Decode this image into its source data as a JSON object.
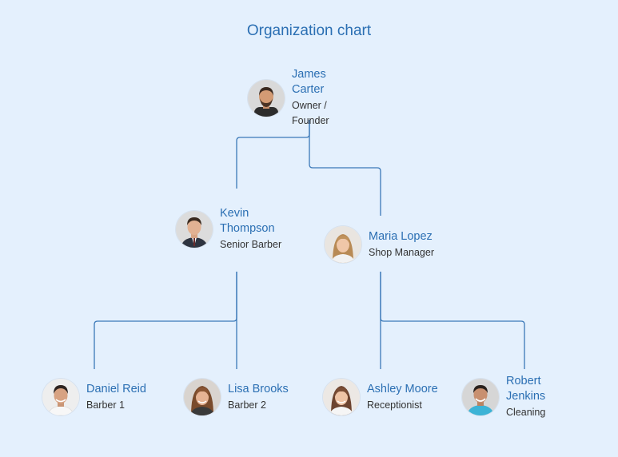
{
  "title": "Organization chart",
  "people": {
    "james": {
      "name": "James Carter",
      "role": "Owner / Founder"
    },
    "kevin": {
      "name": "Kevin Thompson",
      "role": "Senior Barber"
    },
    "maria": {
      "name": "Maria Lopez",
      "role": "Shop Manager"
    },
    "daniel": {
      "name": "Daniel Reid",
      "role": "Barber 1"
    },
    "lisa": {
      "name": "Lisa Brooks",
      "role": "Barber 2"
    },
    "ashley": {
      "name": "Ashley Moore",
      "role": "Receptionist"
    },
    "robert": {
      "name": "Robert Jenkins",
      "role": "Cleaning"
    }
  },
  "colors": {
    "connector": "#3a78b8",
    "name": "#2b6fb3",
    "background": "#e4f0fd"
  }
}
